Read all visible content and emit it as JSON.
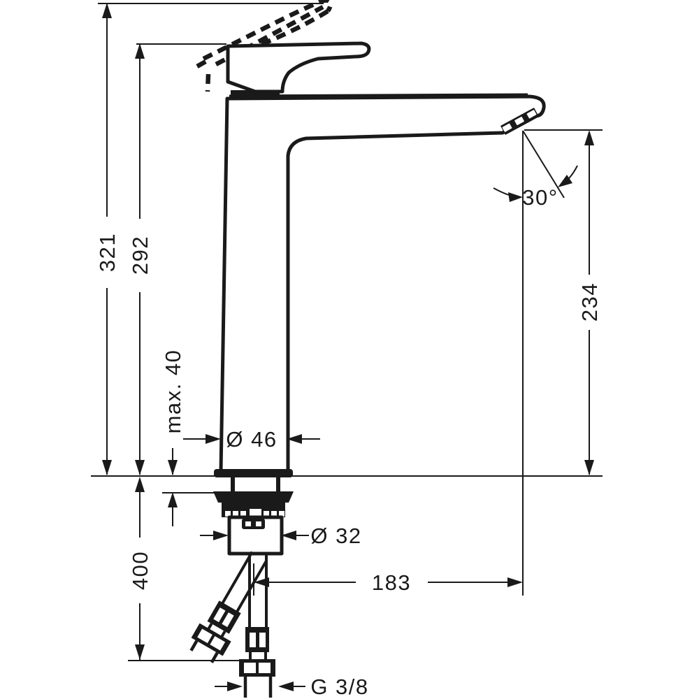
{
  "diagram": {
    "type": "technical-dimension-drawing",
    "subject": "single-lever tall basin mixer faucet, side elevation with installation dimensions",
    "units": "mm",
    "colors": {
      "line": "#1a1a1a",
      "background": "#ffffff"
    },
    "dimensions": {
      "total_height_to_raised_handle": "321",
      "height_to_handle": "292",
      "max_mounting_thickness": "max. 40",
      "hose_length_below_deck": "400",
      "body_diameter": "Ø 46",
      "shank_diameter": "Ø 32",
      "spout_reach": "183",
      "connection_thread": "G 3/8",
      "spout_outlet_height": "234",
      "spout_outlet_angle": "30°"
    }
  }
}
